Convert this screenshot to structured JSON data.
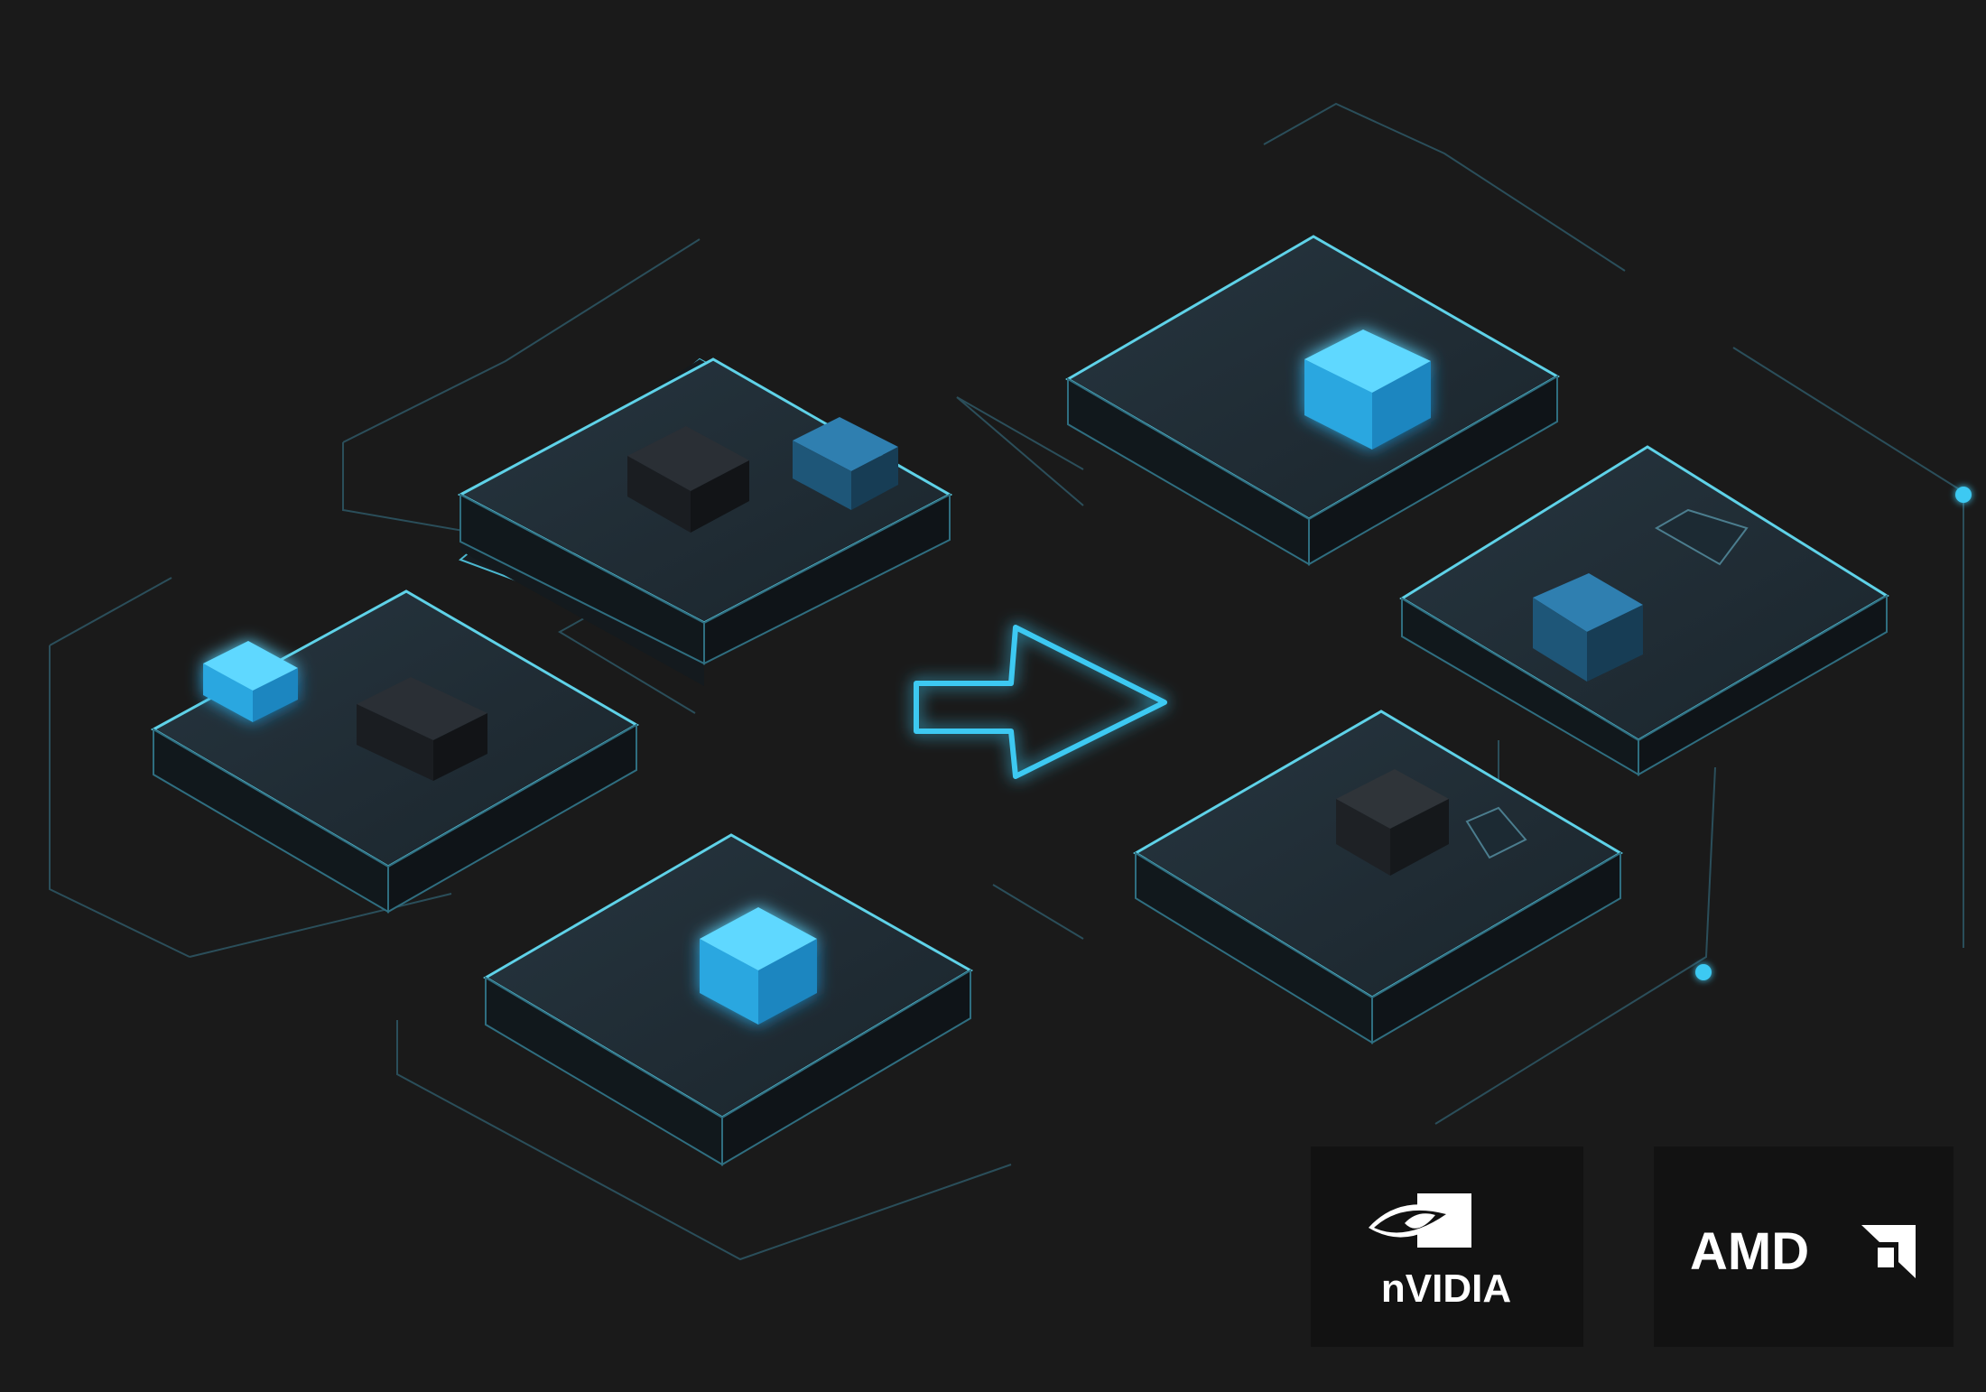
{
  "scene": {
    "background": "#1a1a1a",
    "accent": "#3ec9f2",
    "glow": "#29b6ff",
    "platform_top": "#1f2d36",
    "platform_edge": "#5fd2e8",
    "wire": "#2e5866"
  },
  "platforms": [
    {
      "name": "platform-top-left",
      "component": "dark-cube",
      "extra": "blue-chip"
    },
    {
      "name": "platform-left",
      "component": "glowing-cube",
      "extra": "dark-cube"
    },
    {
      "name": "platform-bottom-left",
      "component": "glowing-cube"
    },
    {
      "name": "platform-top-right",
      "component": "glowing-cube"
    },
    {
      "name": "platform-right",
      "component": "blue-chip",
      "extra": "connector"
    },
    {
      "name": "platform-bottom-right",
      "component": "dark-cube",
      "extra": "connector"
    }
  ],
  "arrow": {
    "icon": "arrow-right-icon",
    "direction": "right"
  },
  "logos": {
    "nvidia": {
      "label": "nVIDIA",
      "icon": "nvidia-eye-icon"
    },
    "amd": {
      "label": "AMD",
      "icon": "amd-arrow-icon"
    }
  }
}
